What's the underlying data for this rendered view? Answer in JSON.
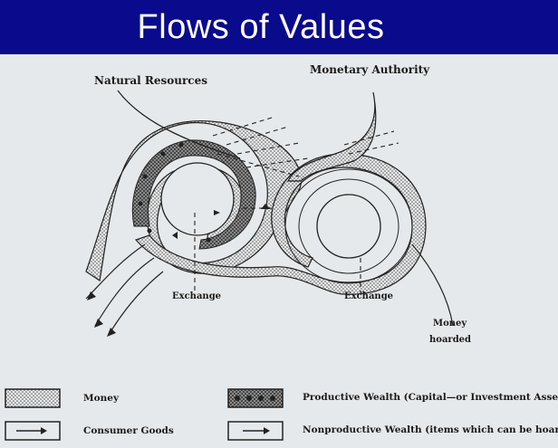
{
  "title": "Flows of Values",
  "labels": {
    "natural_resources": "Natural Resources",
    "monetary_authority": "Monetary Authority",
    "exchange_left": "Exchange",
    "exchange_right": "Exchange",
    "money_hoarded_1": "Money",
    "money_hoarded_2": "hoarded"
  },
  "legend": {
    "money": "Money",
    "productive_wealth": "Productive Wealth (Capital—or Investment Assets)",
    "consumer_goods": "Consumer Goods",
    "nonproductive_wealth": "Nonproductive Wealth (items which can be hoarded)"
  }
}
